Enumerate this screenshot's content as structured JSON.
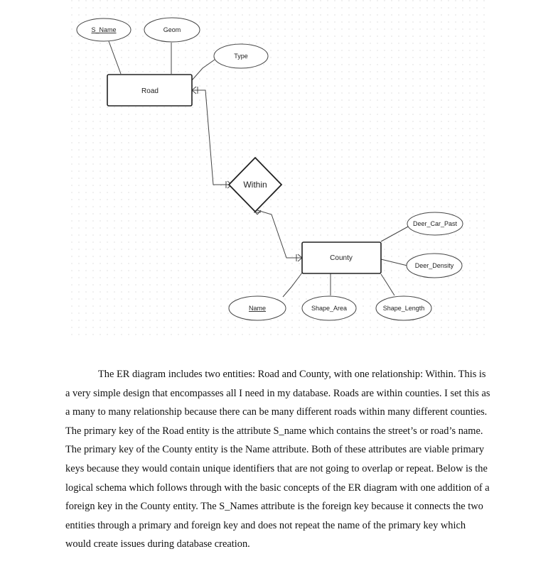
{
  "diagram": {
    "entities": {
      "road": "Road",
      "county": "County"
    },
    "relationship": "Within",
    "attributes": {
      "s_name": "S_Name",
      "geom": "Geom",
      "type": "Type",
      "deer_car_past": "Deer_Car_Past",
      "deer_density": "Deer_Density",
      "name": "Name",
      "shape_area": "Shape_Area",
      "shape_length": "Shape_Length"
    }
  },
  "body_text": "The ER diagram includes two entities: Road and County, with one relationship: Within. This is a very simple design that encompasses all I need in my database. Roads are within counties. I set this as a many to many relationship because there can be many different roads within many different counties. The primary key of the Road entity is the attribute S_name which contains the street’s or road’s name. The primary key of the County entity is the Name attribute. Both of these attributes are viable primary keys because they would contain unique identifiers that are not going to overlap or repeat. Below is the logical schema which follows through with the basic concepts of the ER diagram with one addition of a foreign key in the County entity. The S_Names attribute is the foreign key because it connects the two entities through a primary and foreign key and does not repeat the name of the primary key which would create issues during database creation."
}
